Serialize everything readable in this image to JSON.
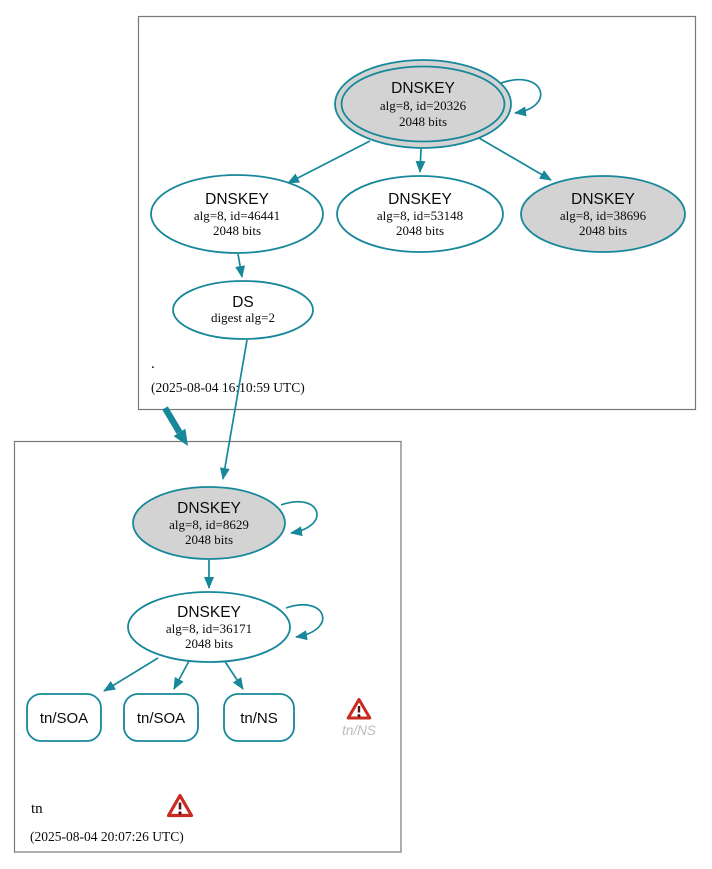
{
  "root_zone": {
    "label": ".",
    "timestamp": "(2025-08-04 16:10:59 UTC)",
    "ksk": {
      "title": "DNSKEY",
      "detail": "alg=8, id=20326",
      "bits": "2048 bits"
    },
    "zsk1": {
      "title": "DNSKEY",
      "detail": "alg=8, id=46441",
      "bits": "2048 bits"
    },
    "zsk2": {
      "title": "DNSKEY",
      "detail": "alg=8, id=53148",
      "bits": "2048 bits"
    },
    "key3": {
      "title": "DNSKEY",
      "detail": "alg=8, id=38696",
      "bits": "2048 bits"
    },
    "ds": {
      "title": "DS",
      "detail": "digest alg=2"
    }
  },
  "tn_zone": {
    "label": "tn",
    "timestamp": "(2025-08-04 20:07:26 UTC)",
    "ksk": {
      "title": "DNSKEY",
      "detail": "alg=8, id=8629",
      "bits": "2048 bits"
    },
    "zsk": {
      "title": "DNSKEY",
      "detail": "alg=8, id=36171",
      "bits": "2048 bits"
    },
    "rrsets": [
      {
        "label": "tn/SOA"
      },
      {
        "label": "tn/SOA"
      },
      {
        "label": "tn/NS"
      }
    ],
    "warned_rrset_label": "tn/NS"
  },
  "colors": {
    "edge_teal": "#17879a",
    "ksk_fill_gray": "#d3d3d3",
    "node_fill_white": "#ffffff",
    "zone_border_gray": "#787878",
    "warning_red": "#c92a21",
    "ghost_text_gray": "#bcbcbc"
  }
}
